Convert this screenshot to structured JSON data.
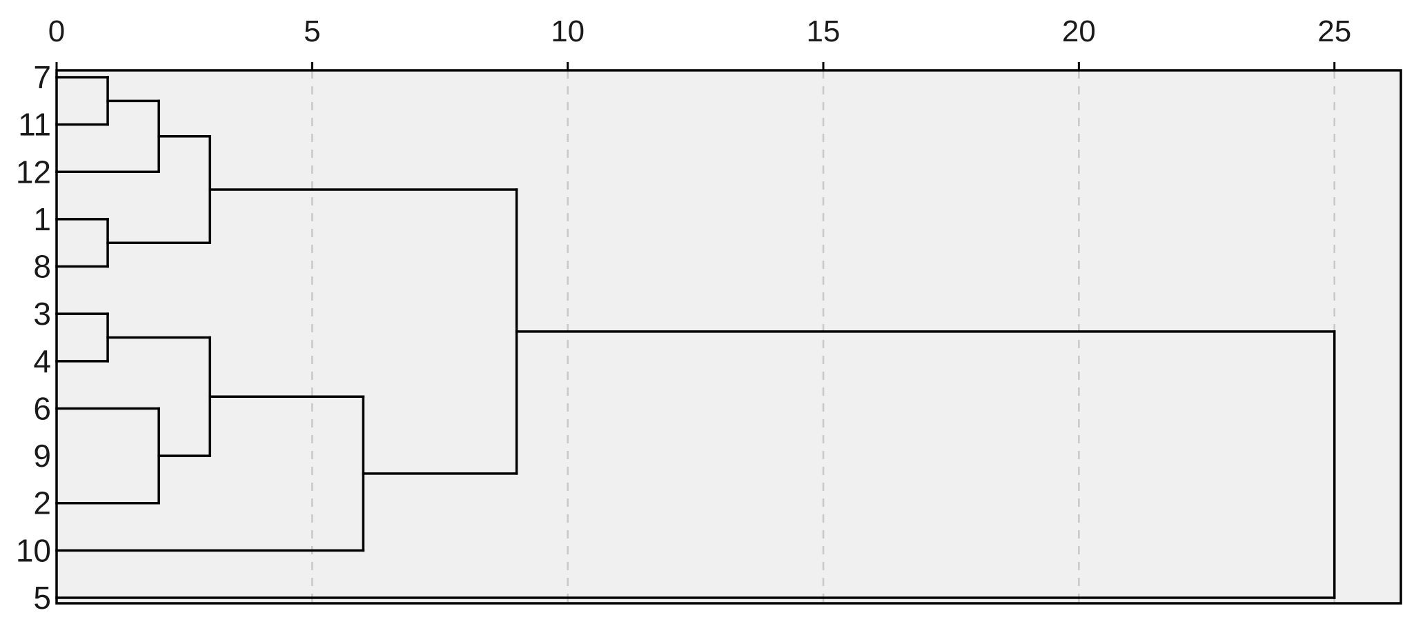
{
  "chart_data": {
    "type": "dendrogram",
    "orientation": "horizontal",
    "xlim": [
      0,
      26.3
    ],
    "x_ticks": [
      0,
      5,
      10,
      15,
      20,
      25
    ],
    "x_tick_labels": [
      "0",
      "5",
      "10",
      "15",
      "20",
      "25"
    ],
    "leaves": [
      "7",
      "11",
      "12",
      "1",
      "8",
      "3",
      "4",
      "6",
      "9",
      "2",
      "10",
      "5"
    ],
    "merges": [
      {
        "id": "A",
        "children": [
          "7",
          "11"
        ],
        "height": 1
      },
      {
        "id": "B",
        "children": [
          "A",
          "12"
        ],
        "height": 2
      },
      {
        "id": "C",
        "children": [
          "1",
          "8"
        ],
        "height": 1
      },
      {
        "id": "D",
        "children": [
          "B",
          "C"
        ],
        "height": 3
      },
      {
        "id": "E",
        "children": [
          "3",
          "4"
        ],
        "height": 1
      },
      {
        "id": "F",
        "children": [
          "6",
          "2"
        ],
        "height": 2
      },
      {
        "id": "G",
        "children": [
          "E",
          "F"
        ],
        "height": 3
      },
      {
        "id": "H",
        "children": [
          "G",
          "10"
        ],
        "height": 6
      },
      {
        "id": "I",
        "children": [
          "D",
          "H"
        ],
        "height": 9
      },
      {
        "id": "J",
        "children": [
          "I",
          "5"
        ],
        "height": 25
      }
    ],
    "grid": true,
    "grid_style": "dashed-vertical",
    "colors": {
      "background": "#f0f0f0",
      "line": "#000000",
      "grid": "#c8c8c8",
      "text": "#1a1a1a"
    }
  }
}
